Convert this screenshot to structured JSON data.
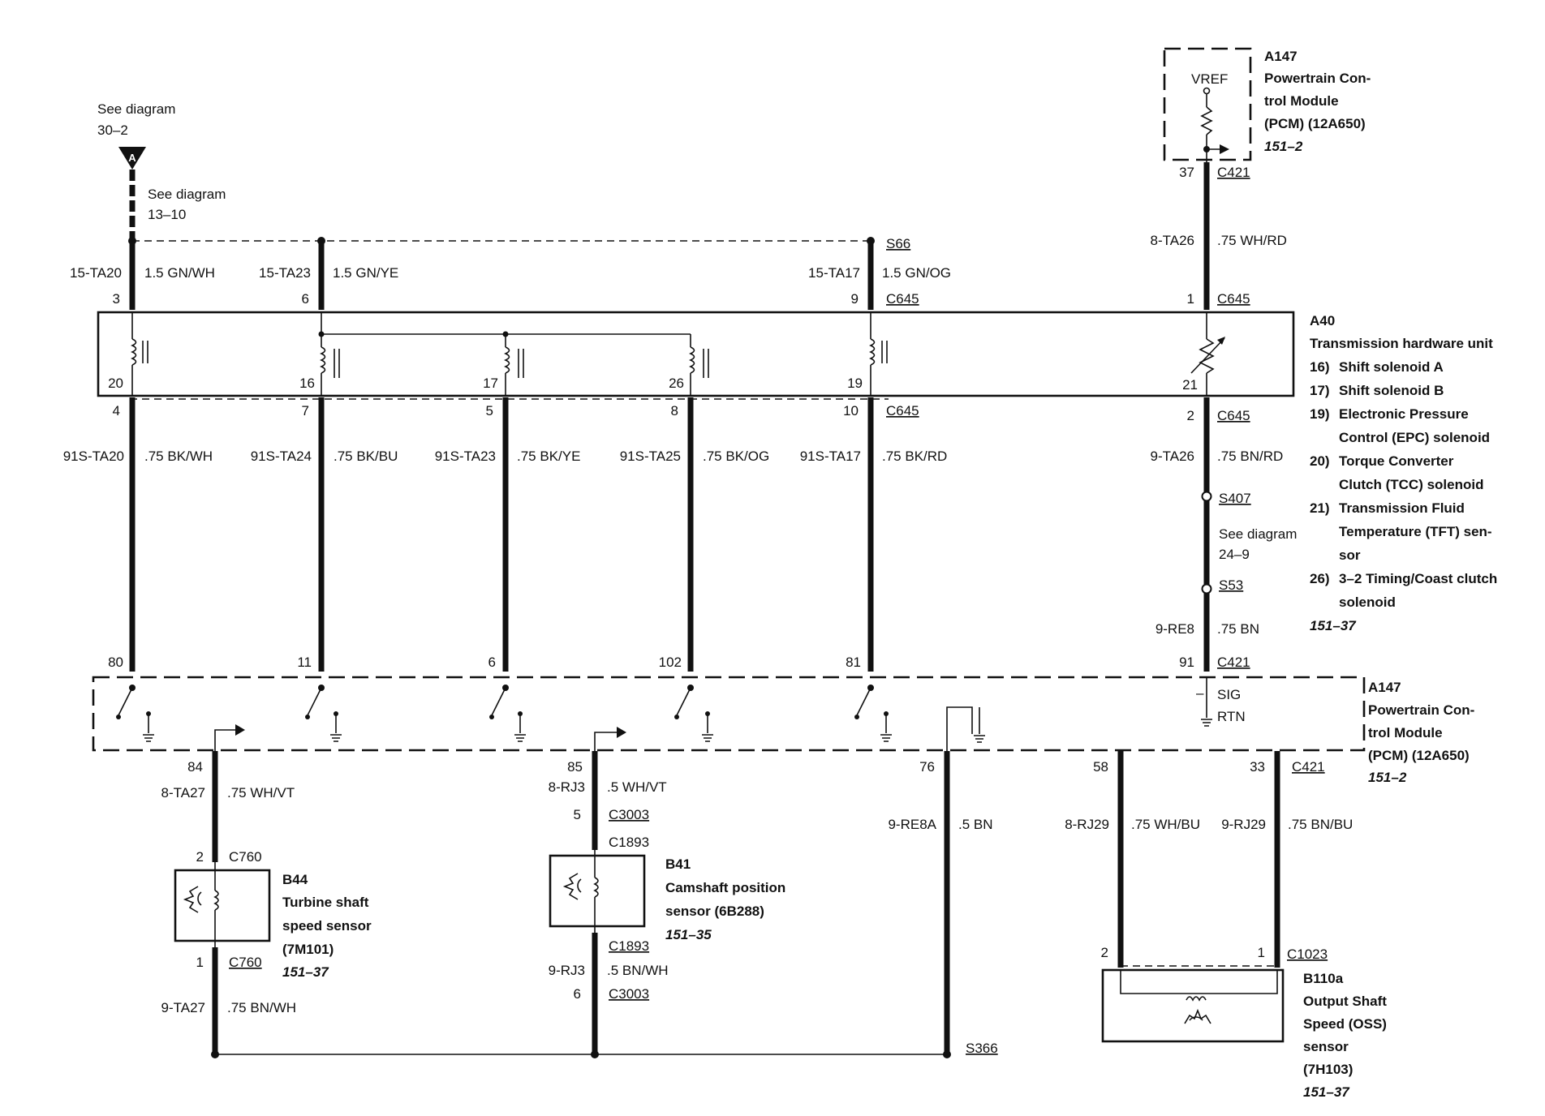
{
  "refs": {
    "top_ref_label": "See diagram",
    "top_ref_num": "30–2",
    "conn_a": "A",
    "mid_ref_label": "See diagram",
    "mid_ref_num": "13–10",
    "s407_ref_label": "See diagram",
    "s407_ref_num": "24–9"
  },
  "splices": {
    "s66": "S66",
    "s407": "S407",
    "s53": "S53",
    "s366": "S366"
  },
  "top_wires": [
    {
      "pin": "3",
      "circuit": "15-TA20",
      "color": "1.5 GN/WH"
    },
    {
      "pin": "6",
      "circuit": "15-TA23",
      "color": "1.5 GN/YE"
    },
    {
      "pin": "9",
      "circuit": "15-TA17",
      "color": "1.5 GN/OG"
    }
  ],
  "c645": "C645",
  "c421": "C421",
  "pcm_top": {
    "id": "A147",
    "name_lines": [
      "Powertrain Con-",
      "trol Module",
      "(PCM) (12A650)"
    ],
    "ref": "151–2",
    "vref": "VREF",
    "pin": "37",
    "circuit": "8-TA26",
    "color": ".75 WH/RD",
    "c645_pin": "1"
  },
  "a40": {
    "id": "A40",
    "title": "Transmission hardware unit",
    "items": [
      [
        "16)",
        "Shift solenoid A"
      ],
      [
        "17)",
        "Shift solenoid B"
      ],
      [
        "19)",
        "Electronic Pressure"
      ],
      [
        "",
        "Control (EPC) solenoid"
      ],
      [
        "20)",
        "Torque Converter"
      ],
      [
        "",
        "Clutch (TCC) solenoid"
      ],
      [
        "21)",
        "Transmission Fluid"
      ],
      [
        "",
        "Temperature (TFT) sen-"
      ],
      [
        "",
        "sor"
      ],
      [
        "26)",
        "3–2 Timing/Coast clutch"
      ],
      [
        "",
        "solenoid"
      ]
    ],
    "ref": "151–37",
    "inner_pins": [
      "20",
      "16",
      "17",
      "26",
      "19",
      "21"
    ]
  },
  "bottom_wires": [
    {
      "c645_pin": "4",
      "circuit": "91S-TA20",
      "color": ".75 BK/WH",
      "pcm_pin": "80"
    },
    {
      "c645_pin": "7",
      "circuit": "91S-TA24",
      "color": ".75 BK/BU",
      "pcm_pin": "11"
    },
    {
      "c645_pin": "5",
      "circuit": "91S-TA23",
      "color": ".75 BK/YE",
      "pcm_pin": "6"
    },
    {
      "c645_pin": "8",
      "circuit": "91S-TA25",
      "color": ".75 BK/OG",
      "pcm_pin": "102"
    },
    {
      "c645_pin": "10",
      "circuit": "91S-TA17",
      "color": ".75 BK/RD",
      "pcm_pin": "81"
    }
  ],
  "tft_wire": {
    "c645_pin": "2",
    "circuit": "9-TA26",
    "color": ".75 BN/RD",
    "circuit2": "9-RE8",
    "color2": ".75 BN",
    "pcm_pin": "91"
  },
  "pcm_bottom": {
    "id": "A147",
    "name_lines": [
      "Powertrain Con-",
      "trol Module",
      "(PCM) (12A650)"
    ],
    "ref": "151–2",
    "sig": "SIG",
    "rtn": "RTN",
    "minus": "–"
  },
  "sensor_wires": {
    "tss": {
      "pin": "84",
      "circuit": "8-TA27",
      "color": ".75 WH/VT",
      "conn": "C760",
      "conn_pin_top": "2",
      "conn_pin_bot": "1",
      "circuit_out": "9-TA27",
      "color_out": ".75 BN/WH"
    },
    "cmp": {
      "pin": "85",
      "circuit": "8-RJ3",
      "color": ".5 WH/VT",
      "c3003": "C3003",
      "c3003_pin_top": "5",
      "c1893": "C1893",
      "circuit_out": "9-RJ3",
      "color_out": ".5 BN/WH",
      "c3003_pin_bot": "6"
    },
    "ret": {
      "pin": "76",
      "circuit": "9-RE8A",
      "color": ".5 BN"
    },
    "oss": {
      "pin1": "58",
      "circuit1": "8-RJ29",
      "color1": ".75 WH/BU",
      "pin2": "33",
      "circuit2": "9-RJ29",
      "color2": ".75 BN/BU",
      "conn": "C1023",
      "conn_pin_left": "2",
      "conn_pin_right": "1"
    }
  },
  "b44": {
    "id": "B44",
    "name_lines": [
      "Turbine shaft",
      "speed sensor",
      "(7M101)"
    ],
    "ref": "151–37"
  },
  "b41": {
    "id": "B41",
    "name_lines": [
      "Camshaft position",
      "sensor (6B288)"
    ],
    "ref": "151–35"
  },
  "b110": {
    "id": "B110a",
    "name_lines": [
      "Output Shaft",
      "Speed (OSS)",
      "sensor",
      "(7H103)"
    ],
    "ref": "151–37"
  }
}
